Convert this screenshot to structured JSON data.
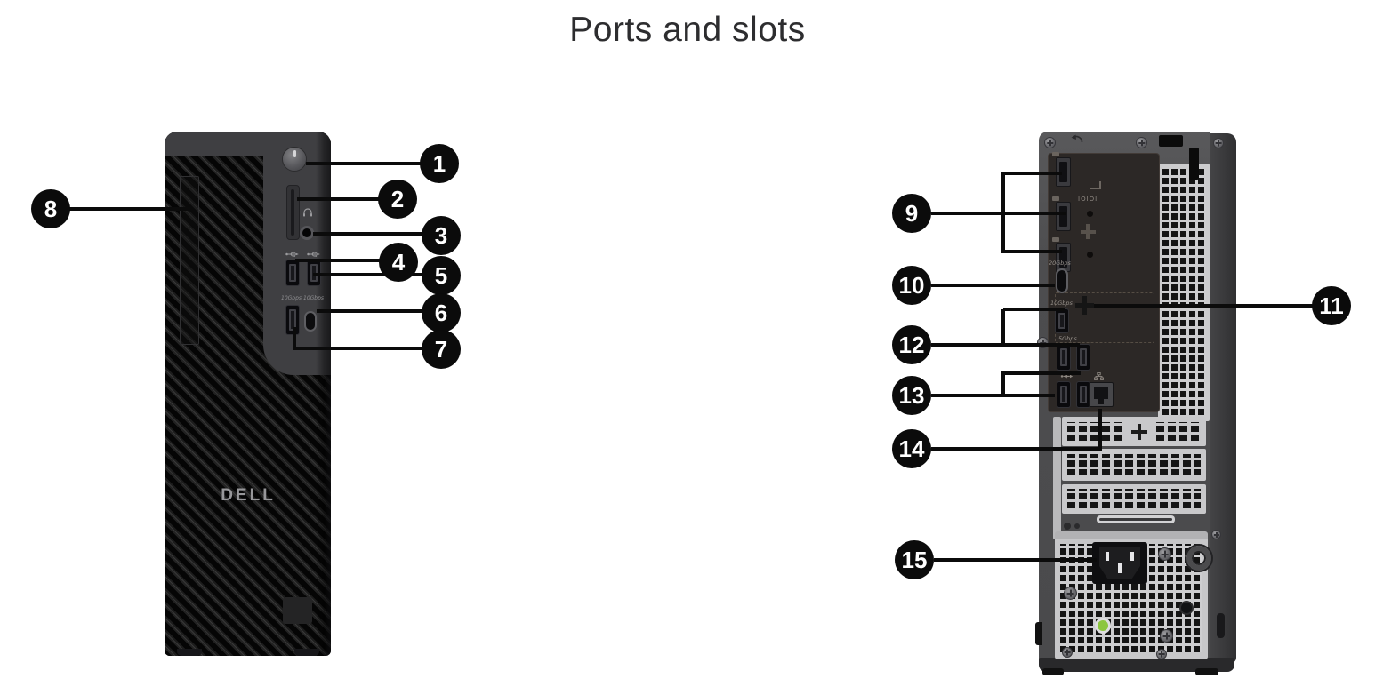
{
  "title": "Ports and slots",
  "front_view": {
    "logo": "DELL",
    "usb_speed_labels": [
      "10Gbps",
      "10Gbps"
    ],
    "callouts": {
      "c1": "1",
      "c2": "2",
      "c3": "3",
      "c4": "4",
      "c5": "5",
      "c6": "6",
      "c7": "7",
      "c8": "8"
    }
  },
  "rear_view": {
    "labels": {
      "serial": "IOIOI",
      "usb_c": "20Gbps",
      "usb_10g": "10Gbps",
      "usb_5g": "5Gbps"
    },
    "callouts": {
      "c9": "9",
      "c10": "10",
      "c11": "11",
      "c12": "12",
      "c13": "13",
      "c14": "14",
      "c15": "15"
    }
  },
  "colors": {
    "callout": "#0b0b0b",
    "psu_led_green": "#8cc63e",
    "background": "#ffffff"
  }
}
